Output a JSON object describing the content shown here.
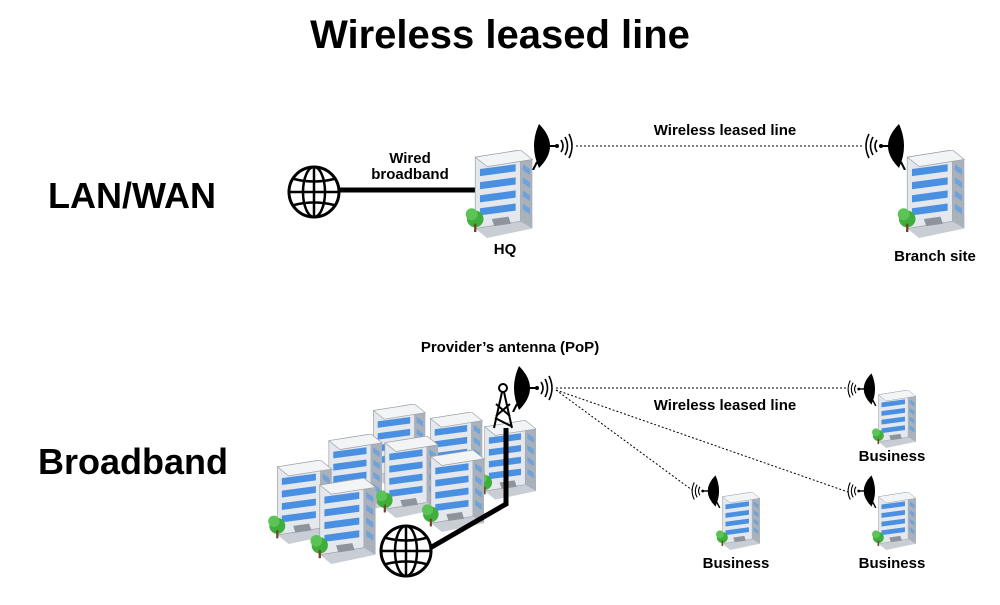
{
  "title": "Wireless leased line",
  "lan_wan": {
    "section_label": "LAN/WAN",
    "wired_label_line1": "Wired",
    "wired_label_line2": "broadband",
    "link_label": "Wireless leased line",
    "hq_label": "HQ",
    "branch_label": "Branch site"
  },
  "broadband": {
    "section_label": "Broadband",
    "provider_label": "Provider’s antenna (PoP)",
    "link_label": "Wireless leased line",
    "business_labels": [
      "Business",
      "Business",
      "Business"
    ]
  },
  "colors": {
    "building_face": "#dfe3e8",
    "building_side": "#b8bec6",
    "window_blue": "#4a90e2",
    "tree_green": "#3fae3a",
    "line": "#000000"
  }
}
